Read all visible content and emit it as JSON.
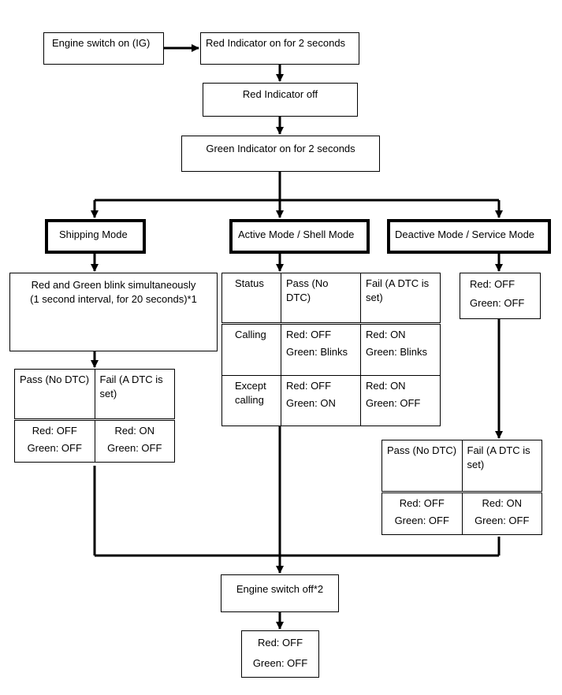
{
  "flow": {
    "engine_on": "Engine switch on (IG)",
    "red_on": "Red Indicator on for 2 seconds",
    "red_off": "Red Indicator off",
    "green_on": "Green Indicator on for 2 seconds",
    "engine_off": "Engine switch off*2"
  },
  "shipping": {
    "title": "Shipping Mode",
    "blink_line1": "Red and Green blink simultaneously",
    "blink_line2": "(1 second interval, for 20 seconds)*1",
    "headers": [
      "Pass (No DTC)",
      "Fail (A DTC is set)"
    ],
    "pass": {
      "red": "Red: OFF",
      "green": "Green: OFF"
    },
    "fail": {
      "red": "Red: ON",
      "green": "Green: OFF"
    }
  },
  "active": {
    "title": "Active Mode / Shell Mode",
    "headers": [
      "Status",
      "Pass (No DTC)",
      "Fail (A DTC is set)"
    ],
    "rows": [
      {
        "status": "Calling",
        "pass_red": "Red: OFF",
        "pass_green": "Green: Blinks",
        "fail_red": "Red: ON",
        "fail_green": "Green: Blinks"
      },
      {
        "status": "Except calling",
        "pass_red": "Red: OFF",
        "pass_green": "Green: ON",
        "fail_red": "Red: ON",
        "fail_green": "Green: OFF"
      }
    ]
  },
  "deactive": {
    "title": "Deactive Mode / Service Mode",
    "status": {
      "red": "Red: OFF",
      "green": "Green: OFF"
    },
    "headers": [
      "Pass (No DTC)",
      "Fail (A DTC is set)"
    ],
    "pass": {
      "red": "Red: OFF",
      "green": "Green: OFF"
    },
    "fail": {
      "red": "Red: ON",
      "green": "Green: OFF"
    }
  },
  "final": {
    "red": "Red: OFF",
    "green": "Green: OFF"
  }
}
